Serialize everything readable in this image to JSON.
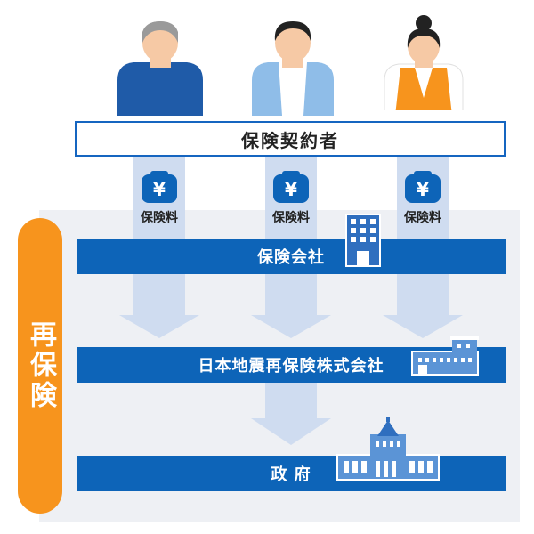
{
  "people": [
    {
      "name": "elderly-man",
      "shirt_color": "#1f5ba8",
      "hair_color": "#9a9a9a"
    },
    {
      "name": "young-man",
      "shirt_color": "#8fbde8",
      "hair_color": "#222222"
    },
    {
      "name": "woman",
      "shirt_color": "#f7941d",
      "hair_color": "#222222"
    }
  ],
  "contractor_label": "保険契約者",
  "premium_label": "保険料",
  "yen_symbol": "¥",
  "insurance_company_label": "保険会社",
  "japan_earthquake_reinsurance_label": "日本地震再保険株式会社",
  "government_label": "政 府",
  "reinsurance_label": "再保険",
  "colors": {
    "primary_blue": "#0d64b8",
    "arrow_blue": "#cfdcf0",
    "orange": "#f7941d",
    "panel_bg": "#eef0f4"
  }
}
